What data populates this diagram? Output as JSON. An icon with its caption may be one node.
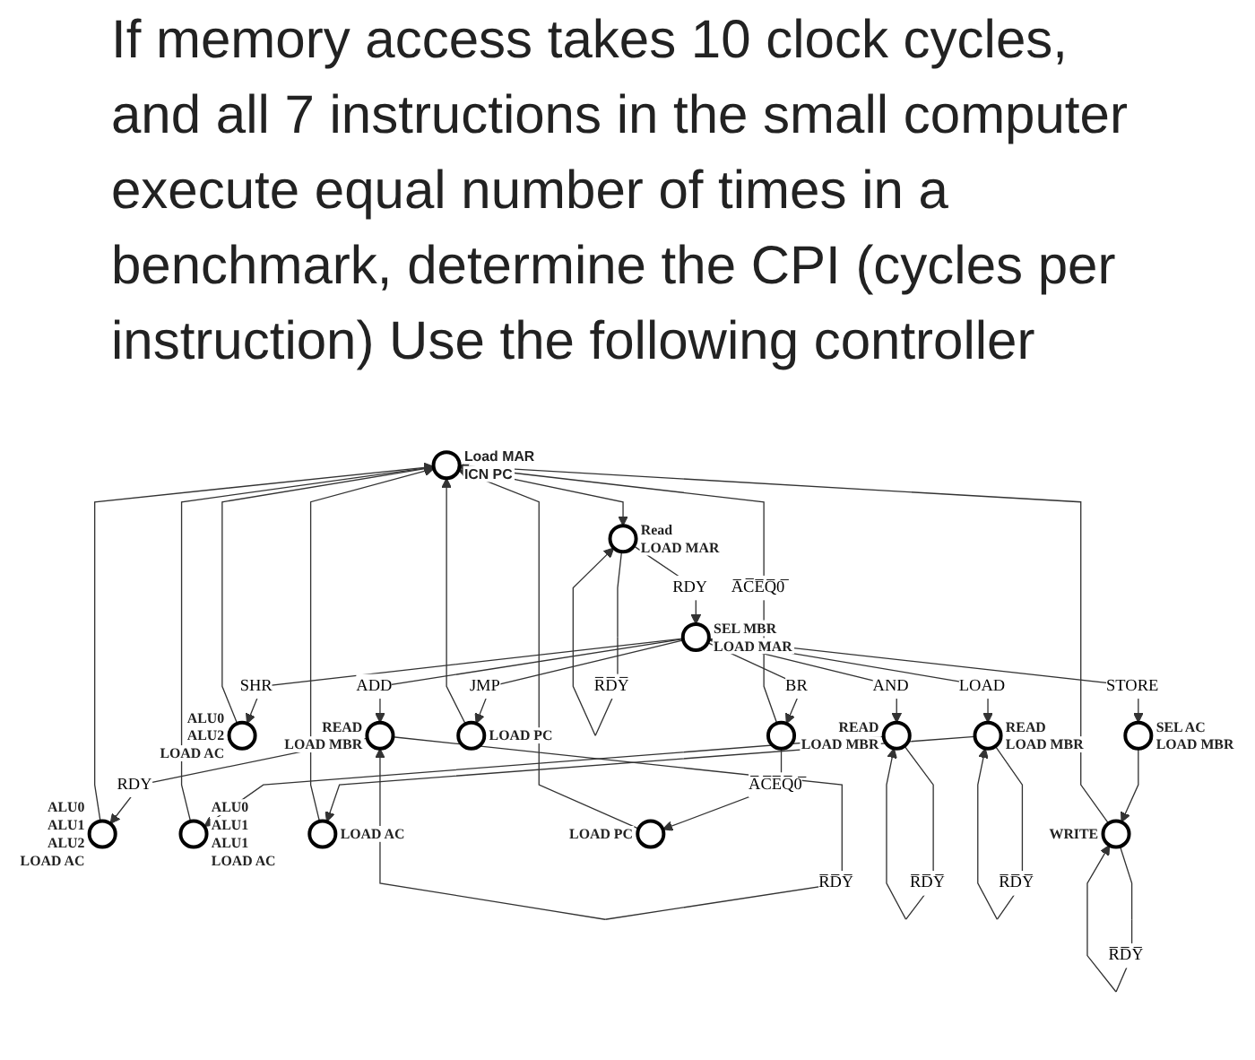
{
  "diagram": {
    "title": "If memory access takes 10 clock cycles, and all 7 instructions in the small computer execute equal number of times in a benchmark, determine the CPI (cycles per instruction) Use the following controller",
    "nodes": [
      {
        "text": [],
        "shape": "circle",
        "beside": [
          "Load MAR",
          "ICN PC"
        ]
      },
      {
        "text": [],
        "shape": "circle",
        "beside": [
          "Read",
          "LOAD MAR"
        ]
      },
      {
        "text": [],
        "shape": "circle",
        "beside": [
          "SEL MBR",
          "LOAD MAR"
        ]
      },
      {
        "text": [],
        "shape": "circle",
        "beside": [
          "READ",
          "LOAD MBR"
        ]
      },
      {
        "text": [],
        "shape": "circle",
        "beside": [
          "READ",
          "LOAD MBR"
        ]
      },
      {
        "text": [],
        "shape": "circle",
        "beside": [
          "ALU0",
          "ALU2",
          "LOAD AC"
        ]
      },
      {
        "text": [],
        "shape": "circle",
        "beside": [
          "READ",
          "LOAD MBR"
        ]
      },
      {
        "text": [],
        "shape": "circle",
        "beside": [
          "SEL AC",
          "LOAD MBR"
        ]
      },
      {
        "text": [],
        "shape": "circle",
        "beside": [
          "LOAD PC"
        ]
      },
      {
        "text": [],
        "shape": "circle"
      },
      {
        "text": [],
        "shape": "circle",
        "beside": [
          "ALU0",
          "ALU1",
          "ALU2",
          "LOAD AC"
        ]
      },
      {
        "text": [],
        "shape": "circle",
        "beside": [
          "ALU0",
          "ALU1",
          "ALU1",
          "LOAD AC"
        ]
      },
      {
        "text": [],
        "shape": "circle",
        "beside": [
          "LOAD AC"
        ]
      },
      {
        "text": [],
        "shape": "circle",
        "beside": [
          "WRITE"
        ]
      },
      {
        "text": [],
        "shape": "circle",
        "beside": [
          "LOAD PC"
        ]
      }
    ],
    "edges": [
      {
        "from": 0,
        "to": 1,
        "arrow": "to"
      },
      {
        "from": 1,
        "to": 1,
        "arrow": "to",
        "label": "R̅D̅Y̅"
      },
      {
        "from": 1,
        "to": 2,
        "arrow": "to",
        "label": "RDY"
      },
      {
        "from": 2,
        "to": 3,
        "arrow": "to",
        "label": "ADD"
      },
      {
        "from": 3,
        "to": 3,
        "arrow": "to",
        "label": "R̅D̅Y̅"
      },
      {
        "from": 3,
        "to": 10,
        "arrow": "to",
        "label": "RDY"
      },
      {
        "from": 2,
        "to": 4,
        "arrow": "to",
        "label": "AND"
      },
      {
        "from": 4,
        "to": 4,
        "arrow": "to",
        "label": "R̅D̅Y̅"
      },
      {
        "from": 4,
        "to": 11,
        "arrow": "to"
      },
      {
        "from": 2,
        "to": 5,
        "arrow": "to",
        "label": "SHR"
      },
      {
        "from": 2,
        "to": 6,
        "arrow": "to",
        "label": "LOAD"
      },
      {
        "from": 6,
        "to": 6,
        "arrow": "to",
        "label": "R̅D̅Y̅"
      },
      {
        "from": 6,
        "to": 12,
        "arrow": "to"
      },
      {
        "from": 2,
        "to": 7,
        "arrow": "to",
        "label": "STORE"
      },
      {
        "from": 7,
        "to": 13,
        "arrow": "to"
      },
      {
        "from": 13,
        "to": 13,
        "arrow": "to",
        "label": "R̅D̅Y̅"
      },
      {
        "from": 2,
        "to": 8,
        "arrow": "to",
        "label": "JMP"
      },
      {
        "from": 2,
        "to": 9,
        "arrow": "to",
        "label": "BR"
      },
      {
        "from": 9,
        "to": 14,
        "arrow": "to",
        "label": "A̅C̅E̅Q̅0̅"
      },
      {
        "from": 10,
        "to": 0,
        "arrow": "to"
      },
      {
        "from": 11,
        "to": 0,
        "arrow": "to"
      },
      {
        "from": 5,
        "to": 0,
        "arrow": "to"
      },
      {
        "from": 12,
        "to": 0,
        "arrow": "to"
      },
      {
        "from": 13,
        "to": 0,
        "arrow": "to"
      },
      {
        "from": 8,
        "to": 0,
        "arrow": "to"
      },
      {
        "from": 9,
        "to": 0,
        "arrow": "to",
        "label": "A̅C̅E̅Q̅0̅"
      },
      {
        "from": 14,
        "to": 0,
        "arrow": "to"
      }
    ]
  }
}
